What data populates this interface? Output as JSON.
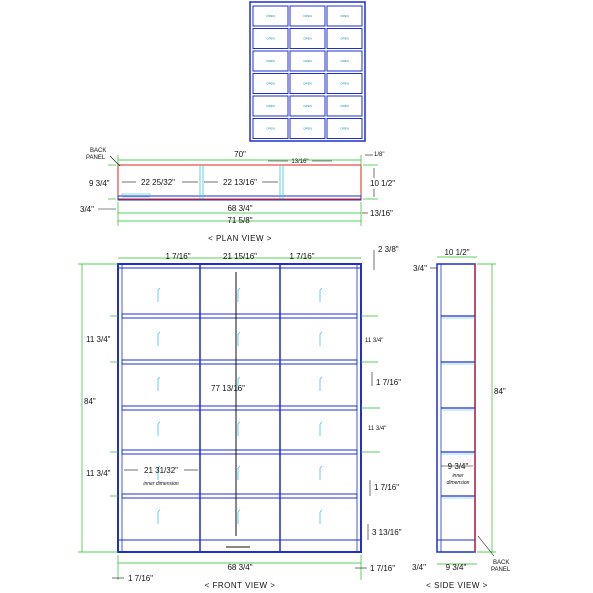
{
  "top_view": {
    "label": "OPEN"
  },
  "plan_view": {
    "title": "< PLAN VIEW >",
    "back_panel_label_1": "BACK",
    "back_panel_label_2": "PANEL",
    "d_width": "70\"",
    "d_13_16_top": "13/16\"",
    "d_1_8": "1/8\"",
    "d_depth_left": "9 3/4\"",
    "d_inner_1": "22 25/32\"",
    "d_inner_2": "22 13/16\"",
    "d_depth_right": "10 1/2\"",
    "d_68_3_4": "68 3/4\"",
    "d_3_4": "3/4\"",
    "d_13_16_bottom": "13/16\"",
    "d_71_5_8": "71 5/8\""
  },
  "front_view": {
    "title": "< FRONT VIEW >",
    "d_1_7_16_a": "1 7/16\"",
    "d_21_15_16": "21 15/16\"",
    "d_1_7_16_b": "1 7/16\"",
    "d_2_3_8": "2 3/8\"",
    "d_11_3_4_left_a": "11 3/4\"",
    "d_11_3_4_right_a": "11 3/4\"",
    "d_1_7_16_right": "1 7/16\"",
    "d_84": "84\"",
    "d_77_13_16": "77 13/16\"",
    "d_11_3_4_right_b": "11 3/4\"",
    "d_11_3_4_left_b": "11 3/4\"",
    "d_21_31_32": "21 31/32\"",
    "inner_note": "inner dimension",
    "d_1_7_16_right_b": "1 7/16\"",
    "d_3_13_16": "3 13/16\"",
    "d_68_3_4": "68 3/4\"",
    "d_1_7_16_bl": "1 7/16\"",
    "d_1_7_16_br": "1 7/16\""
  },
  "side_view": {
    "title": "< SIDE VIEW >",
    "d_10_1_2": "10 1/2\"",
    "d_3_4_top": "3/4\"",
    "d_84": "84\"",
    "d_9_3_4": "9 3/4\"",
    "inner_note_1": "inner",
    "inner_note_2": "dimension",
    "back_panel_label_1": "BACK",
    "back_panel_label_2": "PANEL",
    "d_3_4_bottom": "3/4\"",
    "d_9_3_4_bottom": "9 3/4\""
  }
}
